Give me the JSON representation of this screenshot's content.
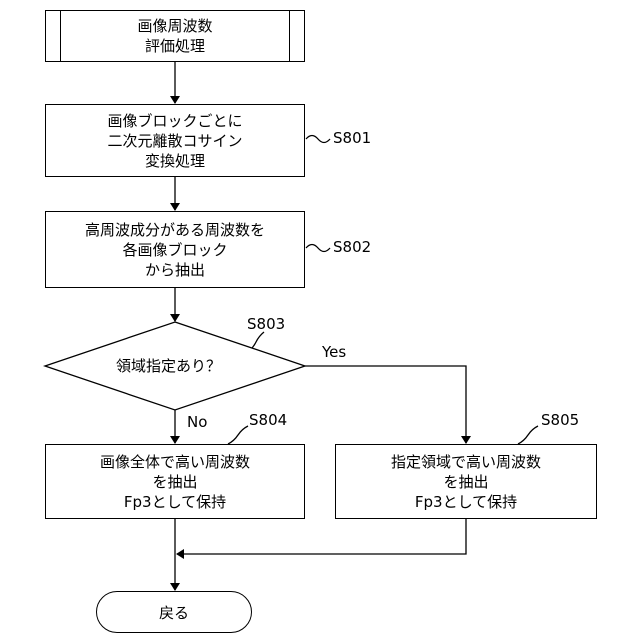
{
  "nodes": {
    "start": {
      "lines": [
        "画像周波数",
        "評価処理"
      ]
    },
    "s801": {
      "lines": [
        "画像ブロックごとに",
        "二次元離散コサイン",
        "変換処理"
      ],
      "step": "S801"
    },
    "s802": {
      "lines": [
        "高周波成分がある周波数を",
        "各画像ブロック",
        "から抽出"
      ],
      "step": "S802"
    },
    "s803": {
      "text": "領域指定あり？",
      "step": "S803",
      "yes": "Yes",
      "no": "No"
    },
    "s804": {
      "lines": [
        "画像全体で高い周波数",
        "を抽出",
        "Fp3として保持"
      ],
      "step": "S804"
    },
    "s805": {
      "lines": [
        "指定領域で高い周波数",
        "を抽出",
        "Fp3として保持"
      ],
      "step": "S805"
    },
    "end": {
      "text": "戻る"
    }
  }
}
